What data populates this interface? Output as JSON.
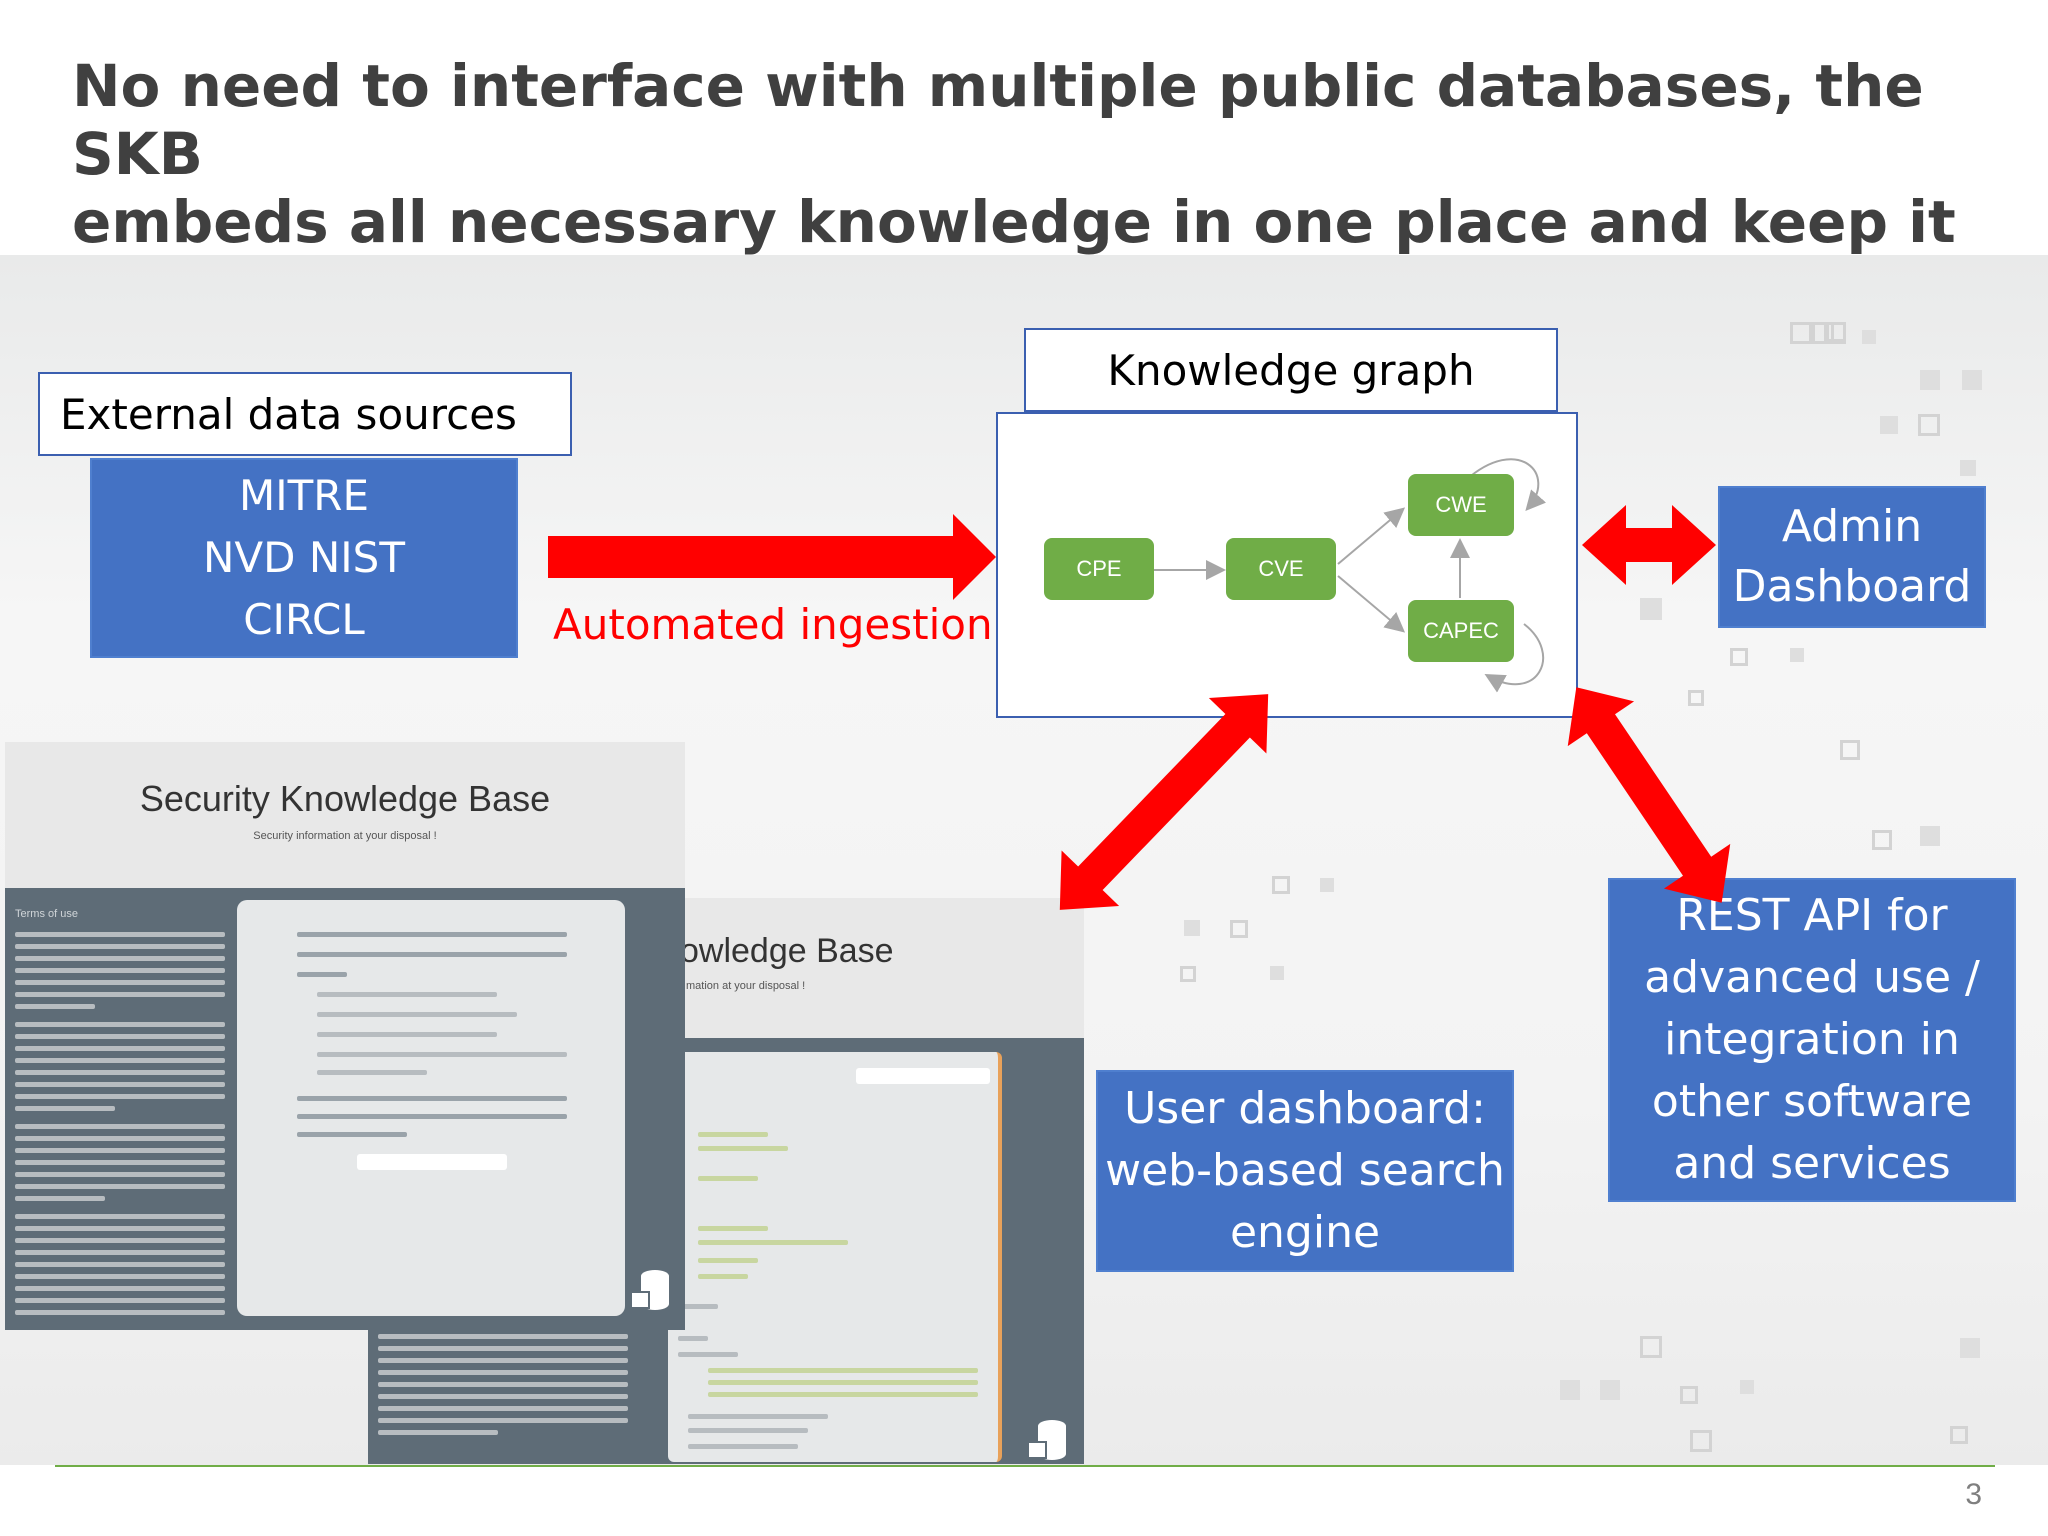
{
  "slide": {
    "title_line1": "No need to interface with multiple public databases, the SKB",
    "title_line2": "embeds all necessary knowledge in one place and keep it updated!",
    "page_number": "3"
  },
  "sources": {
    "label": "External data sources",
    "items": [
      "MITRE",
      "NVD NIST",
      "CIRCL"
    ]
  },
  "ingestion": {
    "label": "Automated ingestion"
  },
  "knowledge_graph": {
    "label": "Knowledge graph",
    "nodes": [
      "CPE",
      "CVE",
      "CWE",
      "CAPEC"
    ]
  },
  "admin": {
    "line1": "Admin",
    "line2": "Dashboard"
  },
  "user_dashboard": {
    "line1": "User dashboard:",
    "line2": "web-based search",
    "line3": "engine"
  },
  "rest_api": {
    "line1": "REST API for",
    "line2": "advanced use /",
    "line3": "integration in",
    "line4": "other software",
    "line5": "and services"
  },
  "screenshot_front": {
    "heading": "Security Knowledge Base",
    "subheading": "Security information at your disposal !",
    "terms_heading": "Terms of use"
  },
  "screenshot_back": {
    "heading": "owledge Base",
    "subheading": "mation at your disposal !"
  },
  "colors": {
    "accent_blue": "#4472c4",
    "arrow_red": "#ff0000",
    "node_green": "#70ad47"
  }
}
